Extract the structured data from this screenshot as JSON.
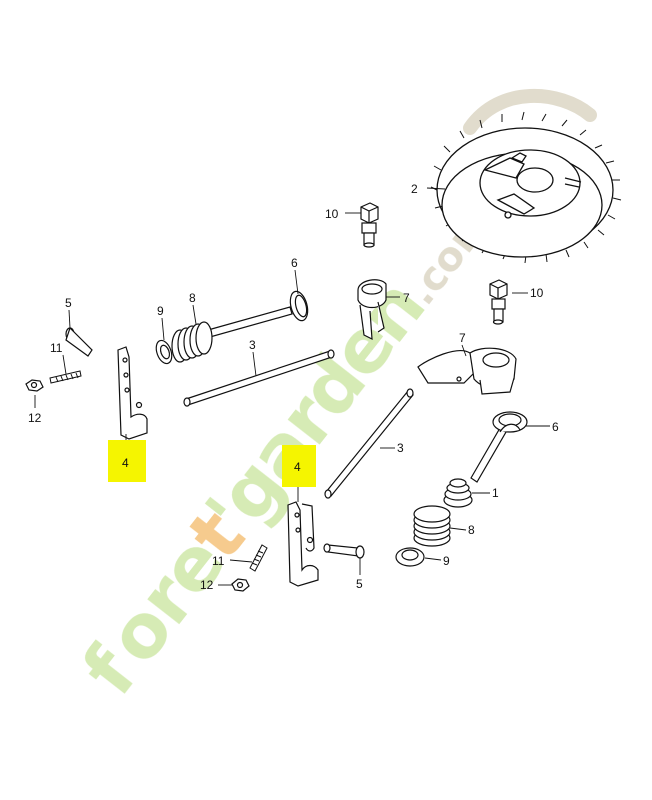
{
  "diagram": {
    "labels": {
      "p1": "1",
      "p2": "2",
      "p3a": "3",
      "p3b": "3",
      "p4a": "4",
      "p4b": "4",
      "p5a": "5",
      "p5b": "5",
      "p6a": "6",
      "p6b": "6",
      "p7a": "7",
      "p7b": "7",
      "p8a": "8",
      "p8b": "8",
      "p9a": "9",
      "p9b": "9",
      "p10a": "10",
      "p10b": "10",
      "p11a": "11",
      "p11b": "11",
      "p12a": "12",
      "p12b": "12"
    },
    "highlight_color": "#f5f500",
    "watermark": {
      "text": "foret'garden.com",
      "colors": [
        "#c8e6a0",
        "#f4b860",
        "#d8d2c0"
      ]
    }
  }
}
